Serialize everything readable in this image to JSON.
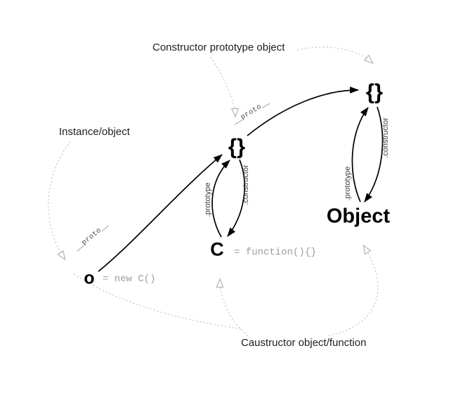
{
  "annotations": {
    "constructor_prototype": "Constructor prototype object",
    "instance": "Instance/object",
    "constructor_function": "Caustructor object/function"
  },
  "nodes": {
    "instance_symbol": "o",
    "instance_expr": "= new C()",
    "constructor_symbol": "C",
    "constructor_expr": "= function(){}",
    "object_symbol": "Object",
    "constructor_prototype_symbol": "{}",
    "object_prototype_symbol": "{}"
  },
  "edge_labels": {
    "instance_proto": "__proto__",
    "prototype_proto": "__proto__",
    "c_prototype": ".prototype",
    "c_constructor": ".constructor",
    "object_prototype": ".prototype",
    "object_constructor": ".constructor"
  },
  "colors": {
    "ink": "#000000",
    "annotation": "#212121",
    "muted_code": "#9e9e9e",
    "callout": "#c8c8c8"
  }
}
